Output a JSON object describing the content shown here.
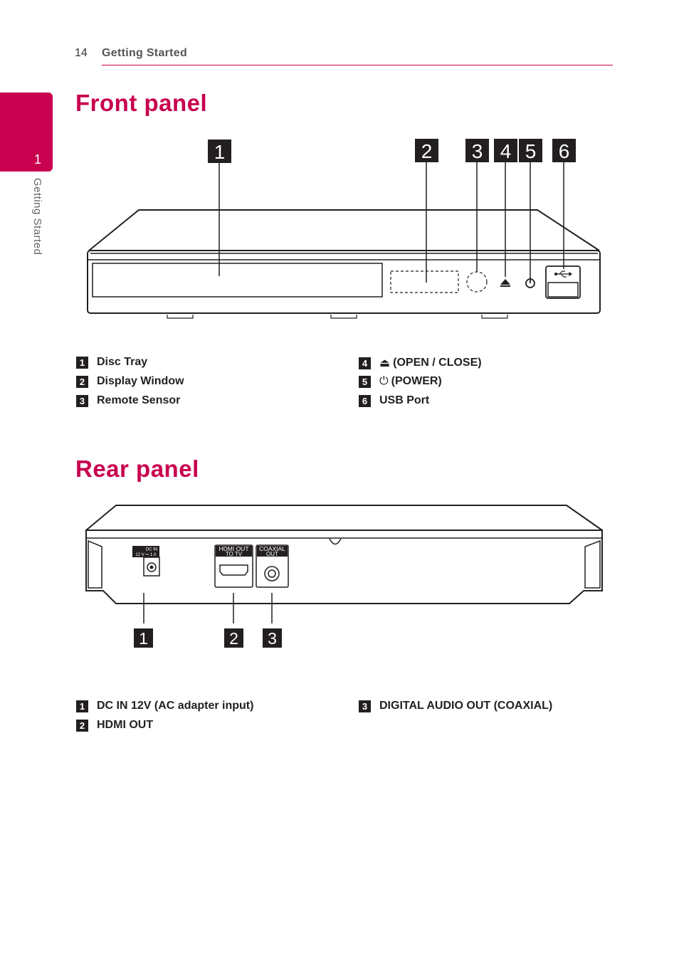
{
  "header": {
    "page_number": "14",
    "section": "Getting Started"
  },
  "side_tab": {
    "number": "1",
    "label": "Getting Started"
  },
  "front_panel": {
    "title": "Front panel",
    "callouts": [
      "1",
      "2",
      "3",
      "4",
      "5",
      "6"
    ],
    "items": [
      {
        "num": "1",
        "label": "Disc Tray"
      },
      {
        "num": "2",
        "label": "Display Window"
      },
      {
        "num": "3",
        "label": "Remote Sensor"
      },
      {
        "num": "4",
        "icon": "eject-icon",
        "glyph": "⏏",
        "label": "(OPEN / CLOSE)"
      },
      {
        "num": "5",
        "icon": "power-icon",
        "glyph": "⏻",
        "label": "(POWER)"
      },
      {
        "num": "6",
        "label": "USB Port"
      }
    ]
  },
  "rear_panel": {
    "title": "Rear panel",
    "callouts": [
      "1",
      "2",
      "3"
    ],
    "port_labels": {
      "dc_in_line1": "DC IN",
      "dc_in_line2": "12 V ⎓ 1 A",
      "hdmi_line1": "HDMI OUT",
      "hdmi_line2": "TO TV",
      "coax_line1": "COAXIAL",
      "coax_line2": "OUT"
    },
    "items": [
      {
        "num": "1",
        "label": "DC IN 12V (AC adapter input)"
      },
      {
        "num": "2",
        "label": "HDMI OUT"
      },
      {
        "num": "3",
        "label": "DIGITAL AUDIO OUT (COAXIAL)"
      }
    ]
  }
}
